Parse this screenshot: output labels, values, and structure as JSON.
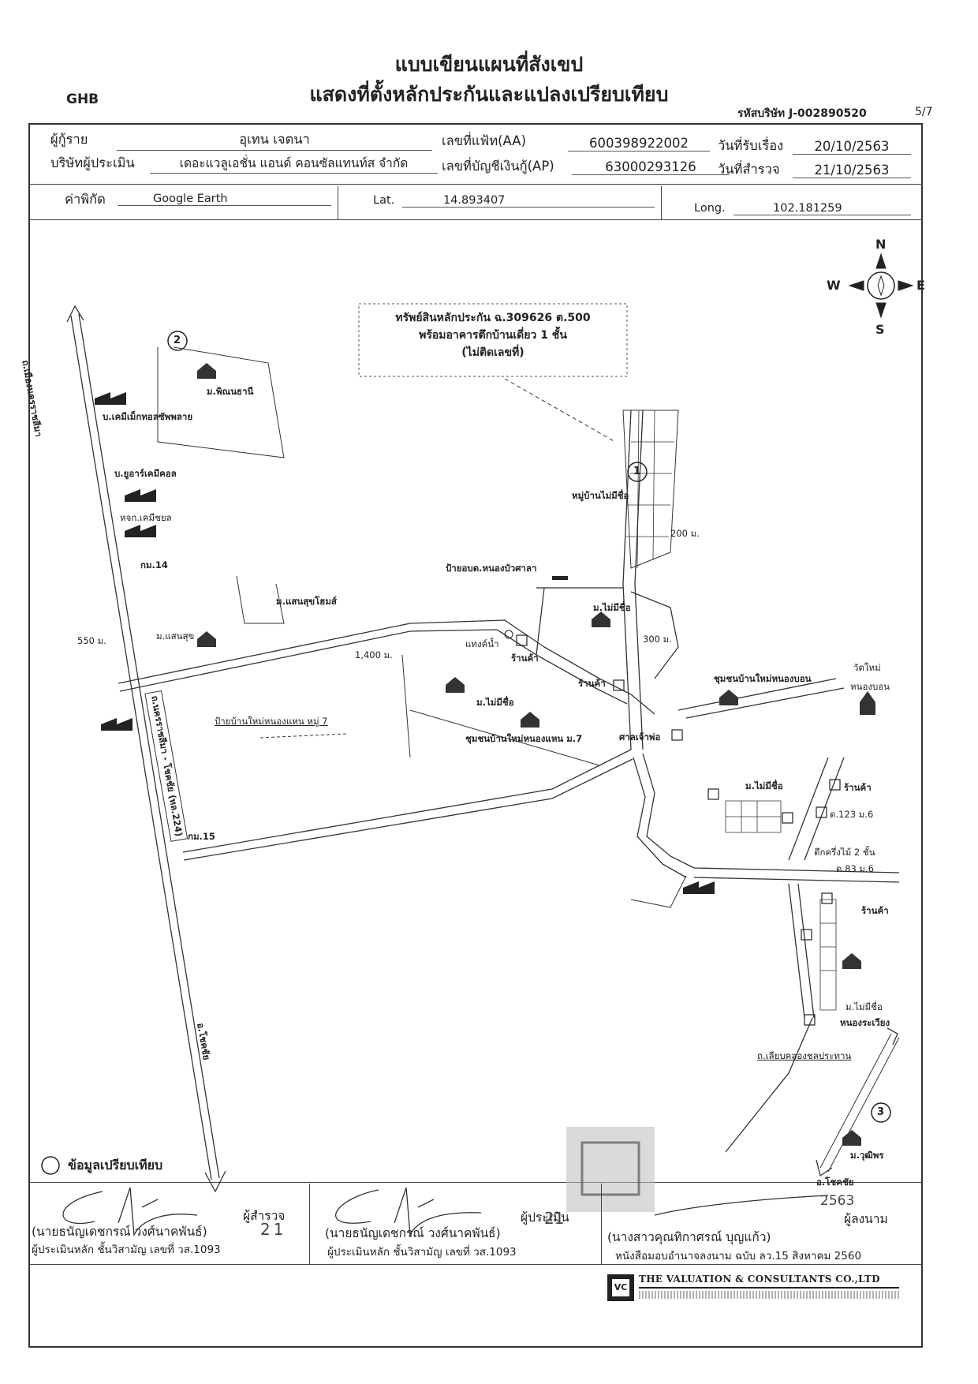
{
  "header": {
    "title_line1": "แบบเขียนแผนที่สังเขป",
    "title_line2": "แสดงที่ตั้งหลักประกันและแปลงเปรียบเทียบ",
    "bank_code": "GHB",
    "company_code": "รหัสบริษัท J-002890520",
    "page": "5/7"
  },
  "form": {
    "borrower_label": "ผู้กู้ราย",
    "borrower_value": "อุเทน เจตนา",
    "file_no_label": "เลขที่แฟ้ท(AA)",
    "file_no_value": "600398922002",
    "received_label": "วันที่รับเรื่อง",
    "received_value": "20/10/2563",
    "appraiser_label": "บริษัทผู้ประเมิน",
    "appraiser_value": "เดอะแวลูเอชั่น แอนด์ คอนซัลแทนท์ส จำกัด",
    "account_label": "เลขที่บัญชีเงินกู้(AP)",
    "account_value": "63000293126",
    "survey_label": "วันที่สำรวจ",
    "survey_value": "21/10/2563",
    "coord_label": "ค่าพิกัด",
    "coord_source": "Google Earth",
    "lat_label": "Lat.",
    "lat_value": "14.893407",
    "long_label": "Long.",
    "long_value": "102.181259"
  },
  "compass": {
    "n": "N",
    "s": "S",
    "e": "E",
    "w": "W"
  },
  "map": {
    "callout_line1": "ทรัพย์สินหลักประกัน ฉ.309626 ต.500",
    "callout_line2": "พร้อมอาคารตึกบ้านเดี่ยว 1 ชั้น",
    "callout_line3": "(ไม่ติดเลขที่)",
    "marker1": "1",
    "marker2": "2",
    "marker3": "3",
    "road_main_top": "ถ.เมืองนครราชสีมา",
    "road_main_mid": "ถ.นครราชสีมา - โชคชัย (ทล.224)",
    "road_main_bottom": "อ.โชคชัย",
    "labels": {
      "m_pornthani": "ม.พิณนธานี",
      "chem_factory": "บ.เคมีเม็กทอลซัพพลาย",
      "ur_chemical": "บ.ยูอาร์เคมีคอล",
      "chem_shop": "หจก.เคมีชยล",
      "km14": "กม.14",
      "saensuk_home": "ม.แสนสุขโฮมส์",
      "saensuk": "ม.แสนสุข",
      "d550": "550 ม.",
      "d1400": "1,400 ม.",
      "water_tank": "แทงค์น้ำ",
      "shop1": "ร้านค้า",
      "shop2": "ร้านค้า",
      "no_name_village": "หมู่บ้านไม่มีชื่อ",
      "d200": "200 ม.",
      "sign_obt": "ป้ายอบต.หนองบัวศาลา",
      "m_no_name1": "ม.ไม่มีชื่อ",
      "d300": "300 ม.",
      "m_no_name2": "ม.ไม่มีชื่อ",
      "sign_village": "ป้ายบ้านใหม่หนองแหน หมู่ 7",
      "community_m7": "ชุมชนบ้านใหม่หนองแหน ม.7",
      "shrine": "ศาลเจ้าพ่อ",
      "community_nongbon": "ชุมชนบ้านใหม่หนองบอน",
      "wat_mai": "วัดใหม่",
      "nongbon": "หนองบอน",
      "m_no_name3": "ม.ไม่มีชื่อ",
      "shop3": "ร้านค้า",
      "d123": "ด.123 ม.6",
      "half_wood": "ตึกครึ่งไม้ 2 ชั้น",
      "d83": "ด.83 ม.6",
      "shop4": "ร้านค้า",
      "km15": "กม.15",
      "m_no_name4": "ม.ไม่มีชื่อ",
      "nong_rawiang": "หนองระเวียง",
      "canal_road": "ถ.เลียบคลองชลประทาน",
      "m_wuthiphon": "ม.วุฒิพร",
      "chokchai": "อ.โชคชัย"
    }
  },
  "legend": {
    "comparison": "ข้อมูลเปรียบเทียบ"
  },
  "signatures": {
    "surveyor_role": "ผู้สำรวจ",
    "surveyor_name": "(นายธนัญเดชกรณ์ วงศ์นาคพันธ์)",
    "surveyor_title": "ผู้ประเมินหลัก ชั้นวิสามัญ เลขที่ วส.1093",
    "appraiser_role": "ผู้ประเมิน",
    "appraiser_name": "(นายธนัญเดชกรณ์ วงศ์นาคพันธ์)",
    "appraiser_title": "ผู้ประเมินหลัก ชั้นวิสามัญ เลขที่ วส.1093",
    "signer_role": "ผู้ลงนาม",
    "signer_name": "(นางสาวคุณทิกาศรณ์ บุญแก้ว)",
    "signer_title": "หนังสือมอบอำนาจลงนาม ฉบับ ลว.15 สิงหาคม 2560",
    "stamp_date1": "21",
    "stamp_date2": "21",
    "stamp_year": "2563"
  },
  "footer": {
    "company_name": "THE VALUATION & CONSULTANTS CO.,LTD",
    "logo_text": "VC"
  }
}
